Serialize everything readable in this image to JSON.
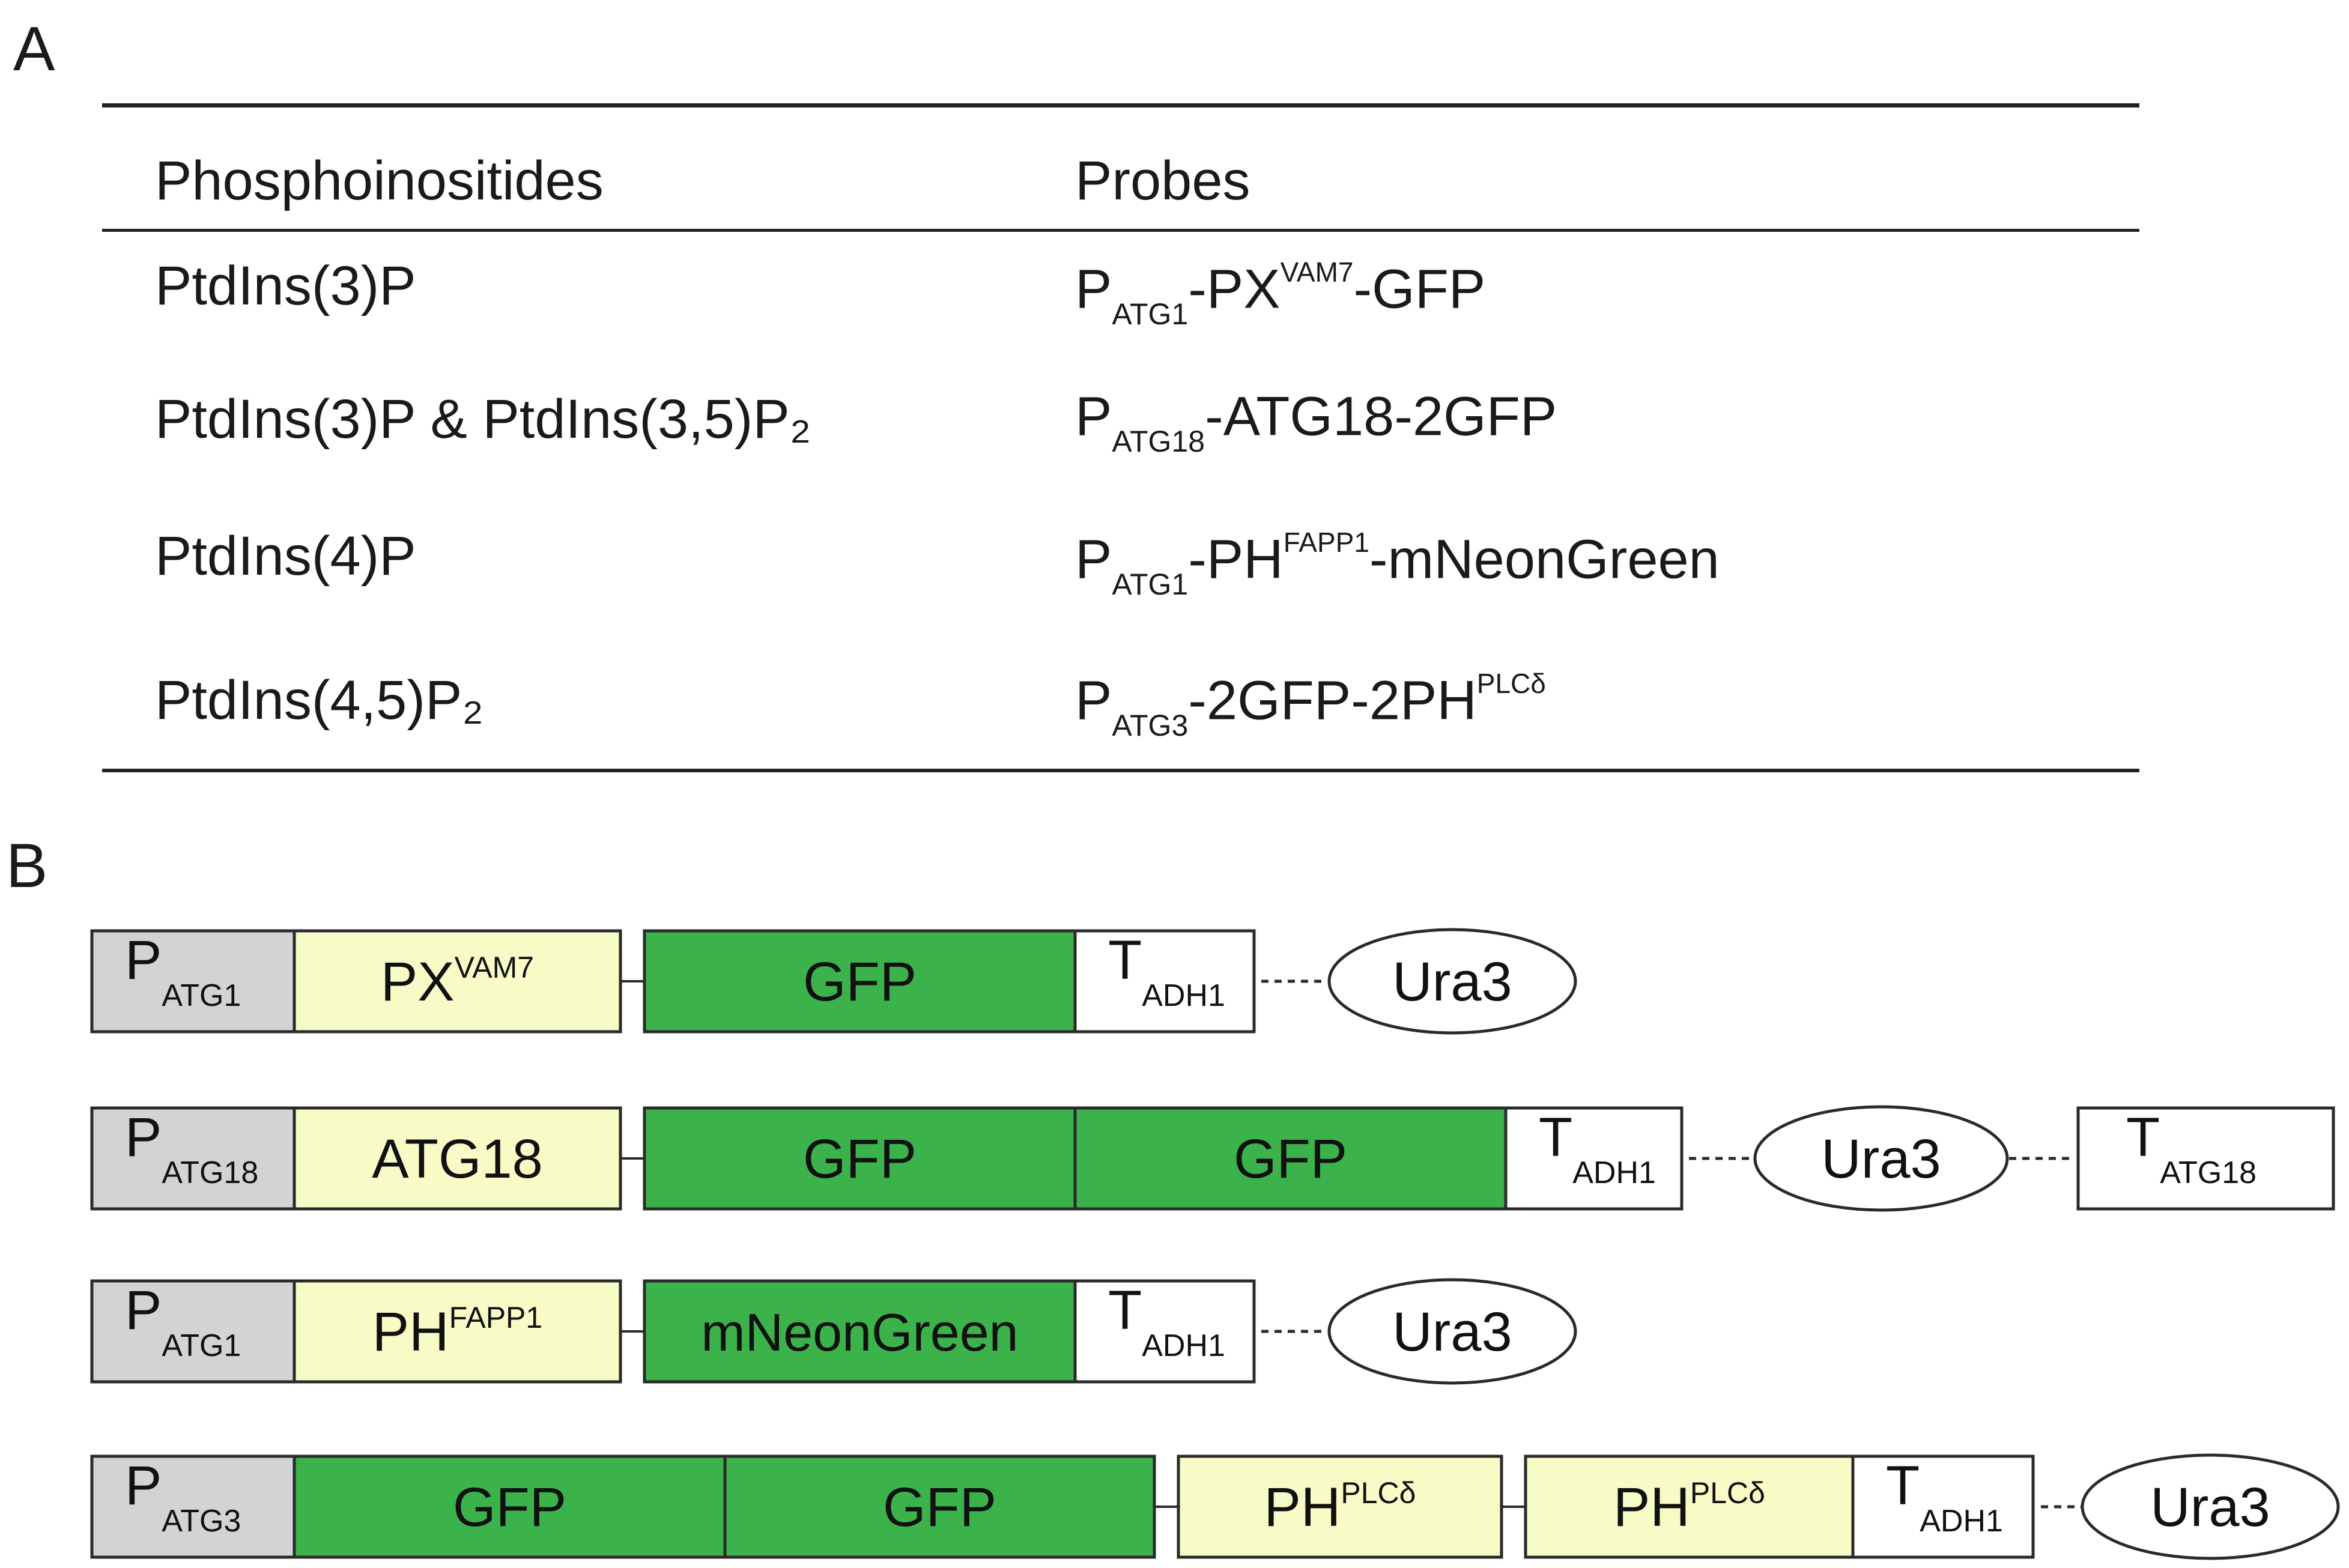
{
  "panel_a": {
    "label": "A",
    "headers": {
      "col1": "Phosphoinositides",
      "col2": "Probes"
    },
    "rows": [
      {
        "lipid": "PtdIns(3)P",
        "probe": {
          "p": "P",
          "promoter": "ATG1",
          "mid": "-PX",
          "sup": "VAM7",
          "tail": "-GFP"
        }
      },
      {
        "lipid": "PtdIns(3)P & PtdIns(3,5)P₂",
        "probe": {
          "p": "P",
          "promoter": "ATG18",
          "mid": "-ATG18-2GFP",
          "sup": "",
          "tail": ""
        }
      },
      {
        "lipid": "PtdIns(4)P",
        "probe": {
          "p": "P",
          "promoter": "ATG1",
          "mid": "-PH",
          "sup": "FAPP1",
          "tail": "-mNeonGreen"
        }
      },
      {
        "lipid": "PtdIns(4,5)P₂",
        "probe": {
          "p": "P",
          "promoter": "ATG3",
          "mid": "-2GFP-2PH",
          "sup": "PLCδ",
          "tail": ""
        }
      }
    ]
  },
  "panel_b": {
    "label": "B",
    "colors": {
      "promoter": "#d2d3d5",
      "domain": "#f7fcc6",
      "fluor": "#3bb24a",
      "plain": "#ffffff",
      "stroke": "#2a2a2a"
    },
    "constructs": [
      {
        "name": "construct-atg1-pxvam7-gfp",
        "segments": [
          {
            "kind": "promoter",
            "main": "P",
            "sub": "ATG1",
            "sup": ""
          },
          {
            "kind": "domain",
            "main": "PX",
            "sub": "",
            "sup": "VAM7"
          },
          {
            "kind": "fluor",
            "main": "GFP",
            "sub": "",
            "sup": ""
          },
          {
            "kind": "plain",
            "main": "T",
            "sub": "ADH1",
            "sup": ""
          }
        ],
        "markers": [
          {
            "label": "Ura3"
          }
        ]
      },
      {
        "name": "construct-atg18-2gfp",
        "segments": [
          {
            "kind": "promoter",
            "main": "P",
            "sub": "ATG18",
            "sup": ""
          },
          {
            "kind": "domain",
            "main": "ATG18",
            "sub": "",
            "sup": ""
          },
          {
            "kind": "fluor",
            "main": "GFP",
            "sub": "",
            "sup": ""
          },
          {
            "kind": "fluor",
            "main": "GFP",
            "sub": "",
            "sup": ""
          },
          {
            "kind": "plain",
            "main": "T",
            "sub": "ADH1",
            "sup": ""
          }
        ],
        "markers": [
          {
            "label": "Ura3"
          }
        ],
        "trailer": {
          "main": "T",
          "sub": "ATG18"
        }
      },
      {
        "name": "construct-atg1-phfapp1-mneongreen",
        "segments": [
          {
            "kind": "promoter",
            "main": "P",
            "sub": "ATG1",
            "sup": ""
          },
          {
            "kind": "domain",
            "main": "PH",
            "sub": "",
            "sup": "FAPP1"
          },
          {
            "kind": "fluor",
            "main": "mNeonGreen",
            "sub": "",
            "sup": ""
          },
          {
            "kind": "plain",
            "main": "T",
            "sub": "ADH1",
            "sup": ""
          }
        ],
        "markers": [
          {
            "label": "Ura3"
          }
        ]
      },
      {
        "name": "construct-atg3-2gfp-2phplcdelta",
        "segments": [
          {
            "kind": "promoter",
            "main": "P",
            "sub": "ATG3",
            "sup": ""
          },
          {
            "kind": "fluor",
            "main": "GFP",
            "sub": "",
            "sup": ""
          },
          {
            "kind": "fluor",
            "main": "GFP",
            "sub": "",
            "sup": ""
          },
          {
            "kind": "domain",
            "main": "PH",
            "sub": "",
            "sup": "PLCδ"
          },
          {
            "kind": "domain",
            "main": "PH",
            "sub": "",
            "sup": "PLCδ"
          },
          {
            "kind": "plain",
            "main": "T",
            "sub": "ADH1",
            "sup": ""
          }
        ],
        "markers": [
          {
            "label": "Ura3"
          }
        ]
      }
    ]
  }
}
